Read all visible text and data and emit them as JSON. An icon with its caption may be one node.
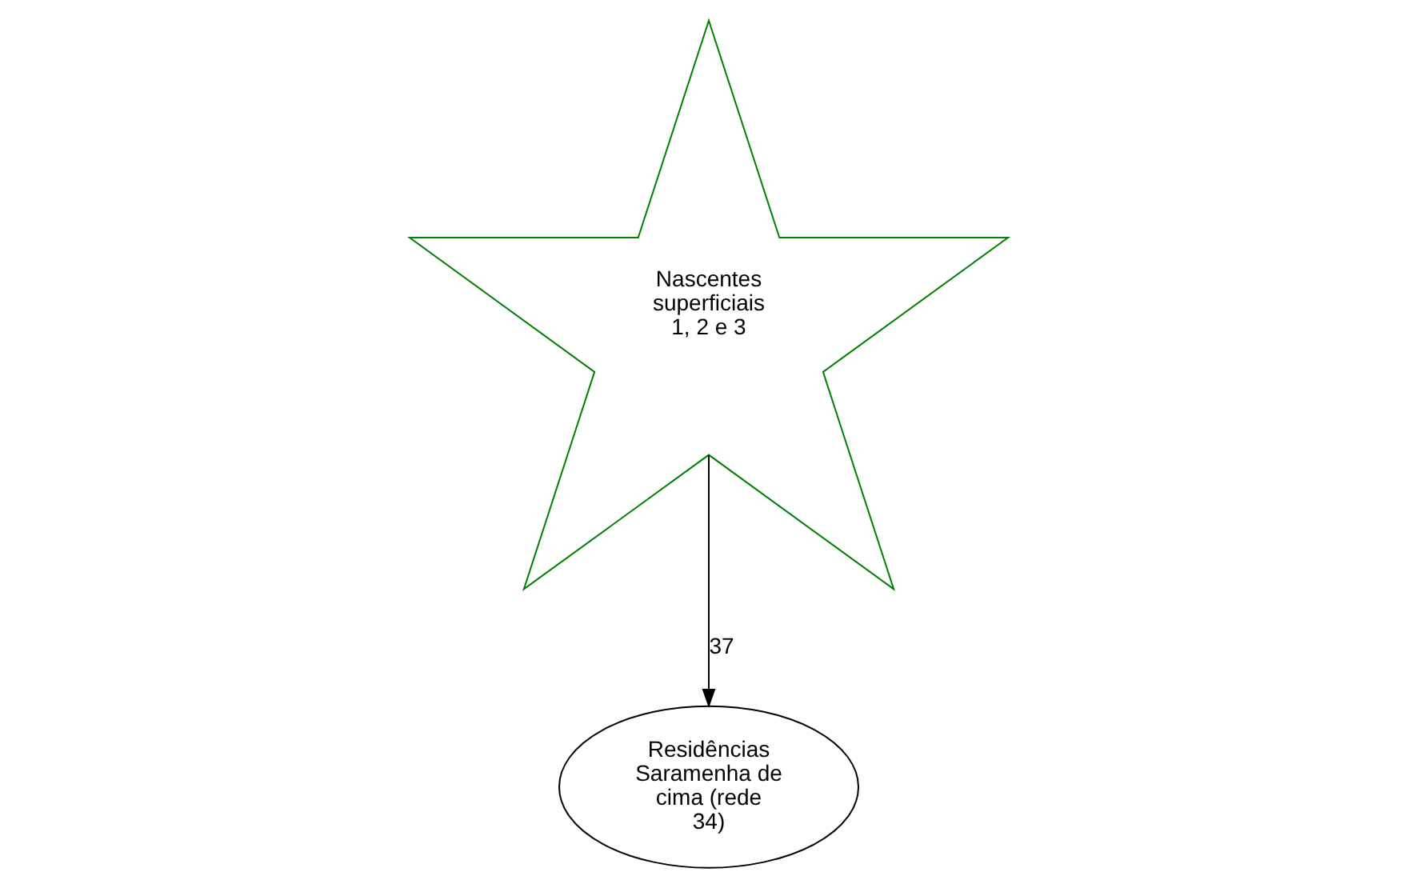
{
  "diagram": {
    "nodes": [
      {
        "text": [
          "Nascentes superficiais 1, 2 e 3"
        ]
      },
      {
        "text": [
          "Residências Saramenha de cima (rede 34)"
        ]
      }
    ],
    "edges": [
      {
        "from": 0,
        "to": 1,
        "arrow": "to",
        "label": "37"
      }
    ]
  }
}
